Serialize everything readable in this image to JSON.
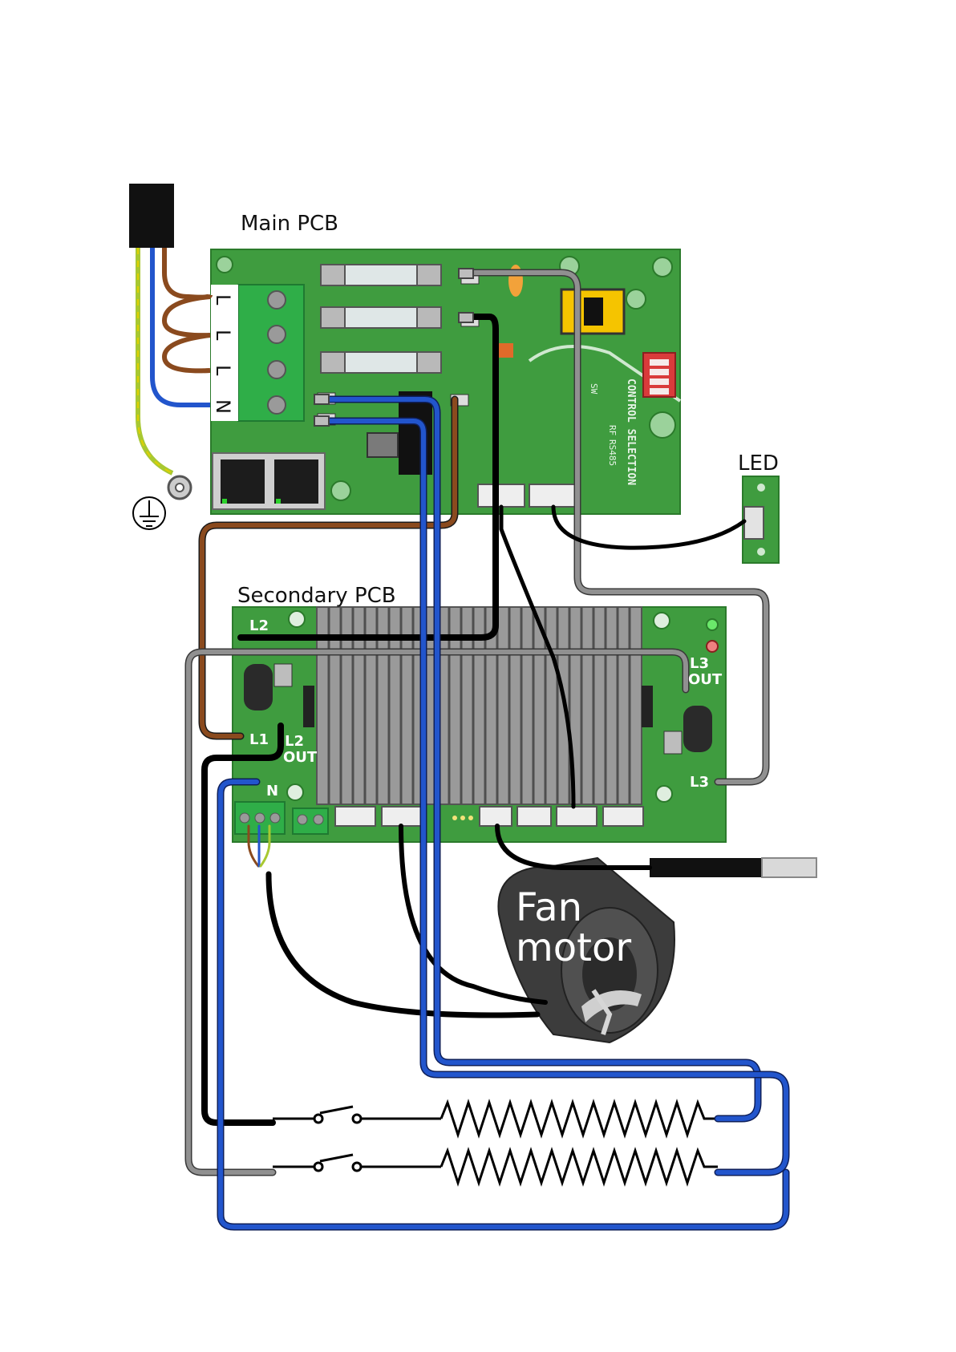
{
  "labels": {
    "main_pcb": "Main PCB",
    "secondary_pcb": "Secondary PCB",
    "led": "LED",
    "fan_line1": "Fan",
    "fan_line2": "motor"
  },
  "main_terminals": [
    "L",
    "L",
    "L",
    "N"
  ],
  "main_silk": {
    "control_selection": "CONTROL SELECTION",
    "sw": "SW",
    "rs485": "RS485",
    "rf": "RF"
  },
  "secondary_terminals": {
    "l1": "L1",
    "l2": "L2",
    "l2_out_a": "L2",
    "l2_out_b": "OUT",
    "l3": "L3",
    "l3_out_a": "L3",
    "l3_out_b": "OUT",
    "n": "N"
  },
  "colors": {
    "pcb": "#3f9c3f",
    "pcb_dark": "#2b7a2b",
    "wire_brown": "#8a4a1e",
    "wire_blue": "#2255cc",
    "wire_grey": "#808080",
    "wire_black": "#000000",
    "wire_earth": "#a8c832",
    "heatsink": "#8c8c8c"
  }
}
